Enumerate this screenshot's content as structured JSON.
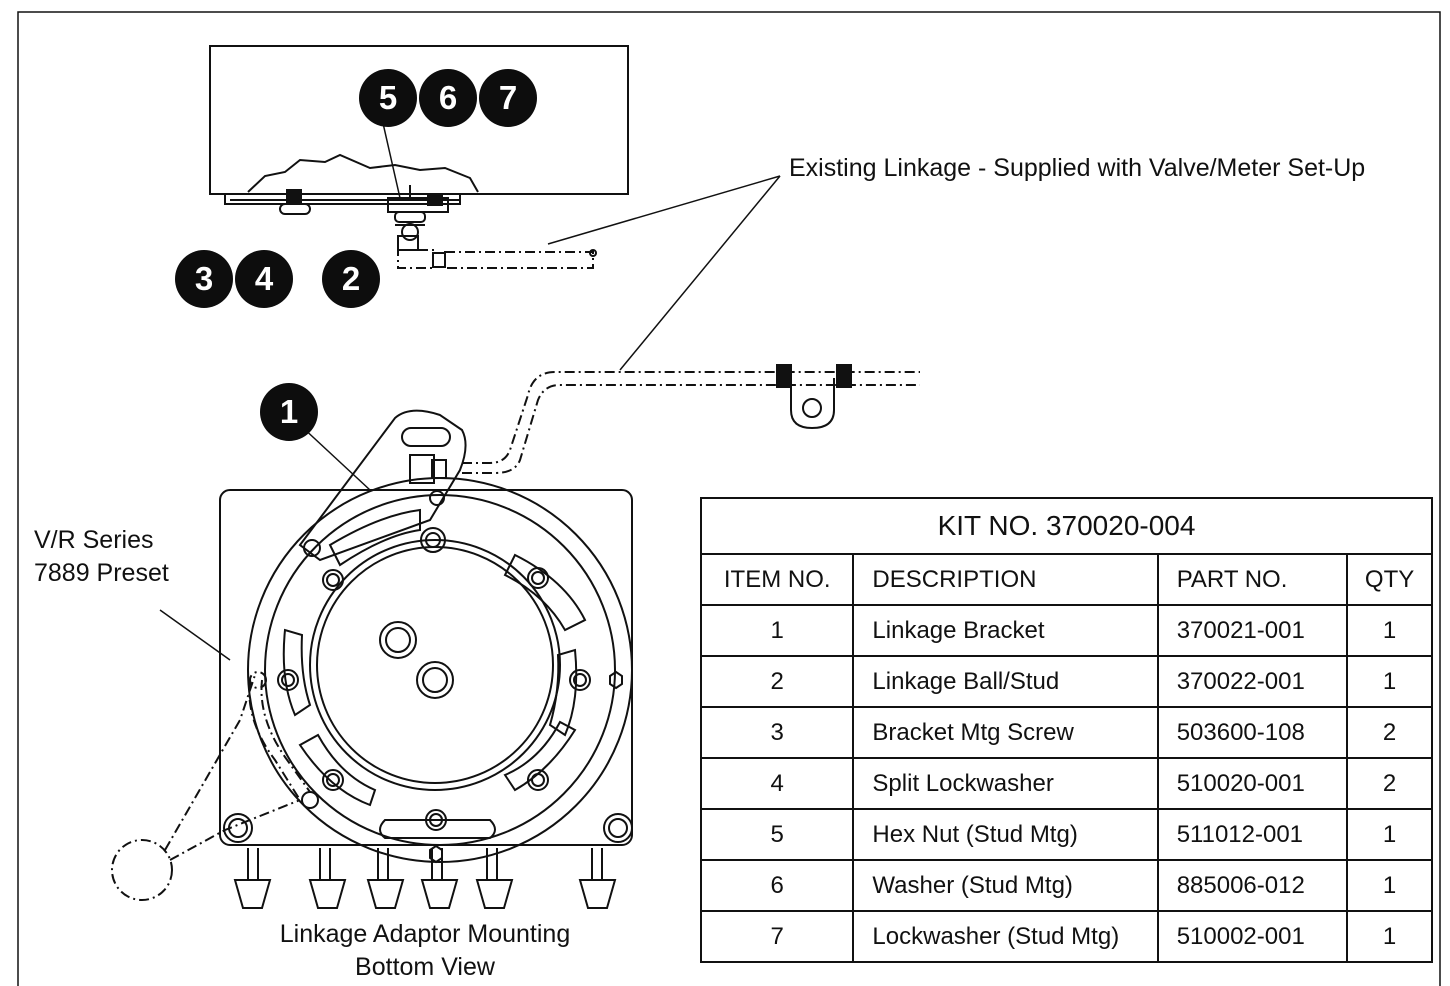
{
  "callout": {
    "text": "Existing Linkage - Supplied with Valve/Meter Set-Up"
  },
  "device_label": {
    "line1": "V/R Series",
    "line2": "7889 Preset"
  },
  "caption": {
    "line1": "Linkage Adaptor Mounting",
    "line2": "Bottom View"
  },
  "badges": [
    "5",
    "6",
    "7",
    "3",
    "4",
    "2",
    "1"
  ],
  "kit_table": {
    "title": "KIT NO. 370020-004",
    "headers": [
      "ITEM NO.",
      "DESCRIPTION",
      "PART NO.",
      "QTY"
    ],
    "rows": [
      [
        "1",
        "Linkage Bracket",
        "370021-001",
        "1"
      ],
      [
        "2",
        "Linkage Ball/Stud",
        "370022-001",
        "1"
      ],
      [
        "3",
        "Bracket Mtg Screw",
        "503600-108",
        "2"
      ],
      [
        "4",
        "Split Lockwasher",
        "510020-001",
        "2"
      ],
      [
        "5",
        "Hex Nut (Stud Mtg)",
        "511012-001",
        "1"
      ],
      [
        "6",
        "Washer (Stud Mtg)",
        "885006-012",
        "1"
      ],
      [
        "7",
        "Lockwasher (Stud Mtg)",
        "510002-001",
        "1"
      ]
    ]
  },
  "colors": {
    "ink": "#111111",
    "badge_fill": "#0d0d0d",
    "badge_text": "#ffffff"
  }
}
